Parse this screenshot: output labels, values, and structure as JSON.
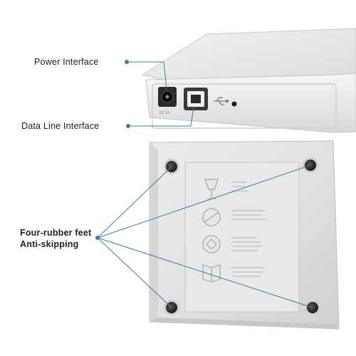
{
  "labels": {
    "power": "Power Interface",
    "data_line": "Data Line Interface",
    "feet_line1": "Four-rubber feet",
    "feet_line2": "Anti-skipping"
  },
  "colors": {
    "callout_line": "#3d7f92",
    "dot": "#3d7f92",
    "silver": "#e4e4e4",
    "foot": "#1e1e1e"
  },
  "icons": [
    "power-jack-icon",
    "usb-b-port-icon",
    "usb-logo-icon",
    "fragile-glass-icon",
    "no-touch-disc-icon",
    "no-disc-rotate-icon",
    "manual-book-icon"
  ]
}
